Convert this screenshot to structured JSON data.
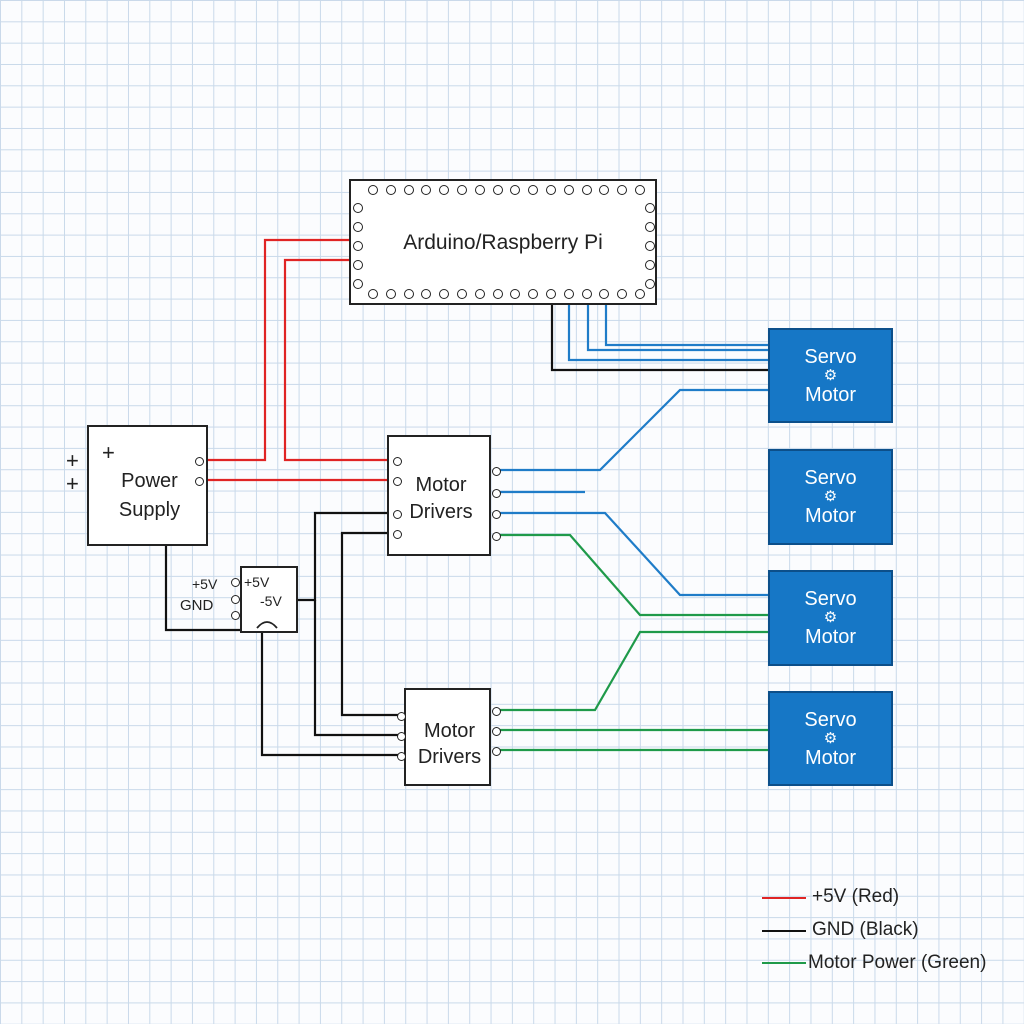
{
  "controller": {
    "label": "Arduino/Raspberry Pi"
  },
  "power_supply": {
    "label_line1": "Power",
    "label_line2": "Supply",
    "plus_symbol": "+",
    "outer_plus_1": "+",
    "outer_plus_2": "+"
  },
  "regulator": {
    "left_plus5": "+5V",
    "left_gnd": "GND",
    "inner_plus5": "+5V",
    "inner_minus5": "-5V"
  },
  "motor_drivers": [
    {
      "label_line1": "Motor",
      "label_line2": "Drivers"
    },
    {
      "label_line1": "Motor",
      "label_line2": "Drivers"
    }
  ],
  "servos": [
    {
      "line1": "Servo",
      "line2": "Motor",
      "icon": "gear-icon"
    },
    {
      "line1": "Servo",
      "line2": "Motor",
      "icon": "gear-icon"
    },
    {
      "line1": "Servo",
      "line2": "Motor",
      "icon": "gear-icon"
    },
    {
      "line1": "Servo",
      "line2": "Motor",
      "icon": "gear-icon"
    }
  ],
  "legend": [
    {
      "label": "+5V (Red)",
      "color": "#e02424"
    },
    {
      "label": "GND (Black)",
      "color": "#111111"
    },
    {
      "label": "Motor Power (Green)",
      "color": "#1f9a4a"
    }
  ],
  "colors": {
    "signal_blue": "#1f7cc8",
    "servo_fill": "#1677c6"
  }
}
